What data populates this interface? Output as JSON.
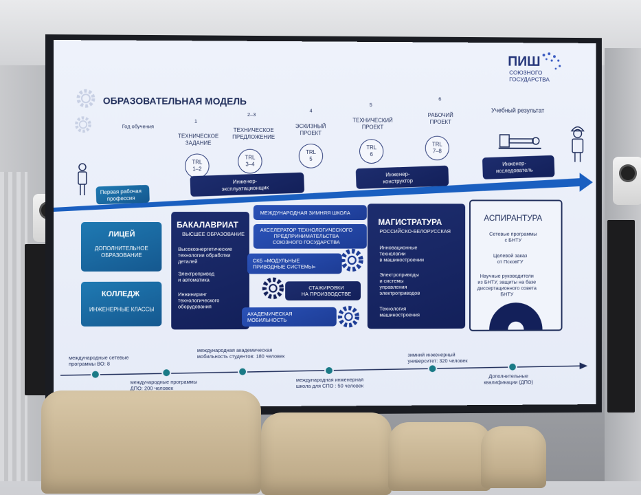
{
  "slide": {
    "title": "ОБРАЗОВАТЕЛЬНАЯ МОДЕЛЬ",
    "logo": {
      "line1": "ПИШ",
      "line2": "СОЮЗНОГО",
      "line3": "ГОСУДАРСТВА"
    },
    "timeline_top": {
      "year_label": "Год обучения",
      "result_label": "Учебный результат",
      "stages": [
        {
          "year": "1",
          "name": "ТЕХНИЧЕСКОЕ\nЗАДАНИЕ",
          "trl": "TRL\n1–2"
        },
        {
          "year": "2–3",
          "name": "ТЕХНИЧЕСКОЕ\nПРЕДЛОЖЕНИЕ",
          "trl": "TRL\n3–4"
        },
        {
          "year": "4",
          "name": "ЭСКИЗНЫЙ\nПРОЕКТ",
          "trl": "TRL\n5"
        },
        {
          "year": "5",
          "name": "ТЕХНИЧЕСКИЙ\nПРОЕКТ",
          "trl": "TRL\n6"
        },
        {
          "year": "6",
          "name": "РАБОЧИЙ\nПРОЕКТ",
          "trl": "TRL\n7–8"
        }
      ],
      "roles": [
        "Первая рабочая\nпрофессия",
        "Инженер-\nэксплуатационщик",
        "Инженер-\nконструктор",
        "Инженер-\nисследователь"
      ]
    },
    "lyceum": {
      "title": "ЛИЦЕЙ",
      "body": "ДОПОЛНИТЕЛЬНОЕ\nОБРАЗОВАНИЕ"
    },
    "college": {
      "title": "КОЛЛЕДЖ",
      "body": "ИНЖЕНЕРНЫЕ КЛАССЫ"
    },
    "bachelor": {
      "title": "БАКАЛАВРИАТ",
      "subtitle": "ВЫСШЕЕ ОБРАЗОВАНИЕ",
      "items": [
        "Высокоэнергетические\nтехнологии обработки\nдеталей",
        "Электропривод\nи автоматика",
        "Инжиниринг\nтехнологического\nоборудования"
      ]
    },
    "middle": {
      "winter_school": "МЕЖДУНАРОДНАЯ ЗИМНЯЯ ШКОЛА",
      "accelerator": "АКСЕЛЕРАТОР ТЕХНОЛОГИЧЕСКОГО\nПРЕДПРИНИМАТЕЛЬСТВА\nСОЮЗНОГО ГОСУДАРСТВА",
      "skb": "СКБ «МОДУЛЬНЫЕ\nПРИВОДНЫЕ СИСТЕМЫ»",
      "internship": "СТАЖИРОВКИ\nНА ПРОИЗВОДСТВЕ",
      "mobility": "АКАДЕМИЧЕСКАЯ\nМОБИЛЬНОСТЬ"
    },
    "master": {
      "title": "МАГИСТРАТУРА",
      "subtitle": "РОССИЙСКО-БЕЛОРУССКАЯ",
      "items": [
        "Инновационные\nтехнологии\nв машиностроении",
        "Электроприводы\nи системы\nуправления\nэлектроприводов",
        "Технология\nмашиностроения"
      ]
    },
    "phd": {
      "title": "АСПИРАНТУРА",
      "items": [
        "Сетевые программы\nс БНТУ",
        "Целевой заказ\nот ПсковГУ",
        "Научные руководители\nиз БНТУ, защиты на базе\nдиссертационного совета\nБНТУ"
      ]
    },
    "bottom_timeline": {
      "above": [
        "международные сетевые\nпрограммы ВО: 8",
        "международная академическая\nмобильность студентов: 180 человек",
        "зимний инженерный\nуниверситет: 320 человек"
      ],
      "below": [
        "международные программы\nДПО: 200 человек",
        "международная инженерная\nшкола для СПО : 50 человек",
        "Дополнительные\nквалификации (ДПО)"
      ]
    }
  },
  "colors": {
    "navy": "#13205a",
    "teal": "#1a6aa8",
    "blue": "#2a52b8",
    "arrow": "#1a5fc0"
  }
}
